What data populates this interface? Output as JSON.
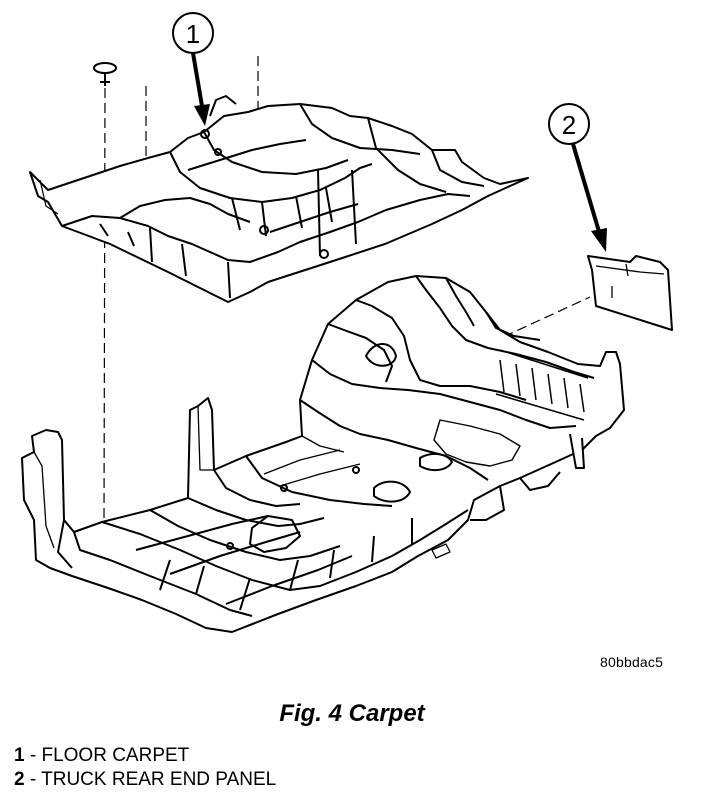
{
  "figure": {
    "image_code": "80bbdac5",
    "caption": "Fig. 4 Carpet",
    "callouts": [
      {
        "number": "1"
      },
      {
        "number": "2"
      }
    ],
    "legend": [
      {
        "number": "1",
        "separator": " - ",
        "label": "FLOOR CARPET"
      },
      {
        "number": "2",
        "separator": " - ",
        "label": "TRUCK REAR END PANEL"
      }
    ]
  },
  "colors": {
    "line": "#000000",
    "fill": "#ffffff"
  }
}
